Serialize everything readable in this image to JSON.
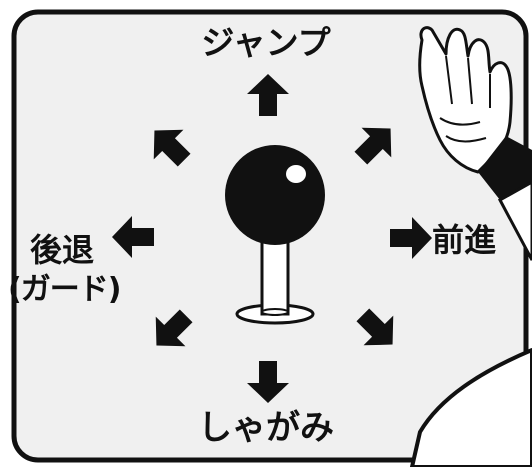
{
  "directions": {
    "up": "ジャンプ",
    "down": "しゃがみ",
    "forward": "前進",
    "back": "後退",
    "guard": "(ガード)"
  },
  "icons": {
    "stick": "joystick-icon",
    "hand": "pointing-hand-icon",
    "arrow": "direction-arrow-icon"
  },
  "colors": {
    "ink": "#111111",
    "panel": "#f0f0f0",
    "paper": "#ffffff"
  }
}
